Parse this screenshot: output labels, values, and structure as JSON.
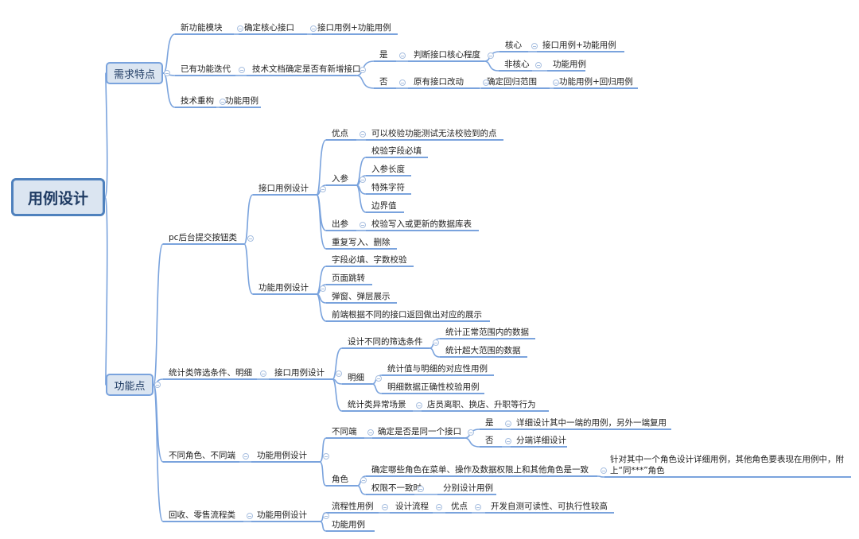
{
  "root": "用例设计",
  "requirements": {
    "label": "需求特点",
    "new_module": "新功能模块",
    "confirm_core": "确定核心接口",
    "api_func_1": "接口用例+功能用例",
    "iteration": "已有功能迭代",
    "tech_doc": "技术文档确定是否有新增接口",
    "yes": "是",
    "judge_core": "判断接口核心程度",
    "core": "核心",
    "api_func_2": "接口用例+功能用例",
    "non_core": "非核心",
    "func_1": "功能用例",
    "no": "否",
    "change_api": "原有接口改动",
    "regression_scope": "确定回归范围",
    "func_regression": "功能用例+回归用例",
    "refactor": "技术重构",
    "func_2": "功能用例"
  },
  "features": {
    "label": "功能点",
    "pc": {
      "label": "pc后台提交按钮类",
      "api_design": "接口用例设计",
      "advantage": "优点",
      "advantage_text": "可以校验功能测试无法校验到的点",
      "input": "入参",
      "input_items": [
        "校验字段必填",
        "入参长度",
        "特殊字符",
        "边界值"
      ],
      "output": "出参",
      "output_text": "校验写入或更新的数据库表",
      "repeat": "重复写入、删除",
      "func_design": "功能用例设计",
      "func_items": [
        "字段必填、字数校验",
        "页面跳转",
        "弹窗、弹层展示",
        "前端根据不同的接口返回做出对应的展示"
      ]
    },
    "stats": {
      "label": "统计类筛选条件、明细",
      "api_design": "接口用例设计",
      "filters": "设计不同的筛选条件",
      "filter_items": [
        "统计正常范围内的数据",
        "统计超大范围的数据"
      ],
      "detail": "明细",
      "detail_items": [
        "统计值与明细的对应性用例",
        "明细数据正确性校验用例"
      ],
      "abnormal": "统计类异常场景",
      "abnormal_text": "店员离职、换店、升职等行为"
    },
    "roles": {
      "label": "不同角色、不同端",
      "func_design": "功能用例设计",
      "clients": "不同端",
      "same_api": "确定是否是同一个接口",
      "yes": "是",
      "yes_text": "详细设计其中一端的用例，另外一端复用",
      "no": "否",
      "no_text": "分端详细设计",
      "role": "角色",
      "role_consistent": "确定哪些角色在菜单、操作及数据权限上和其他角色是一致",
      "role_consistent_text": "针对其中一个角色设计详细用例，其他角色要表现在用例中，附上“同***”角色",
      "inconsistent": "权限不一致时",
      "inconsistent_text": "分别设计用例"
    },
    "recycle": {
      "label": "回收、零售流程类",
      "func_design": "功能用例设计",
      "flow_case": "流程性用例",
      "design_flow": "设计流程",
      "advantage": "优点",
      "advantage_text": "开发自测可读性、可执行性较高",
      "func_case": "功能用例"
    }
  },
  "colors": {
    "line": "#7aa3dd",
    "box_fill": "#dbe5f1",
    "root_border": "#4f81bd"
  }
}
